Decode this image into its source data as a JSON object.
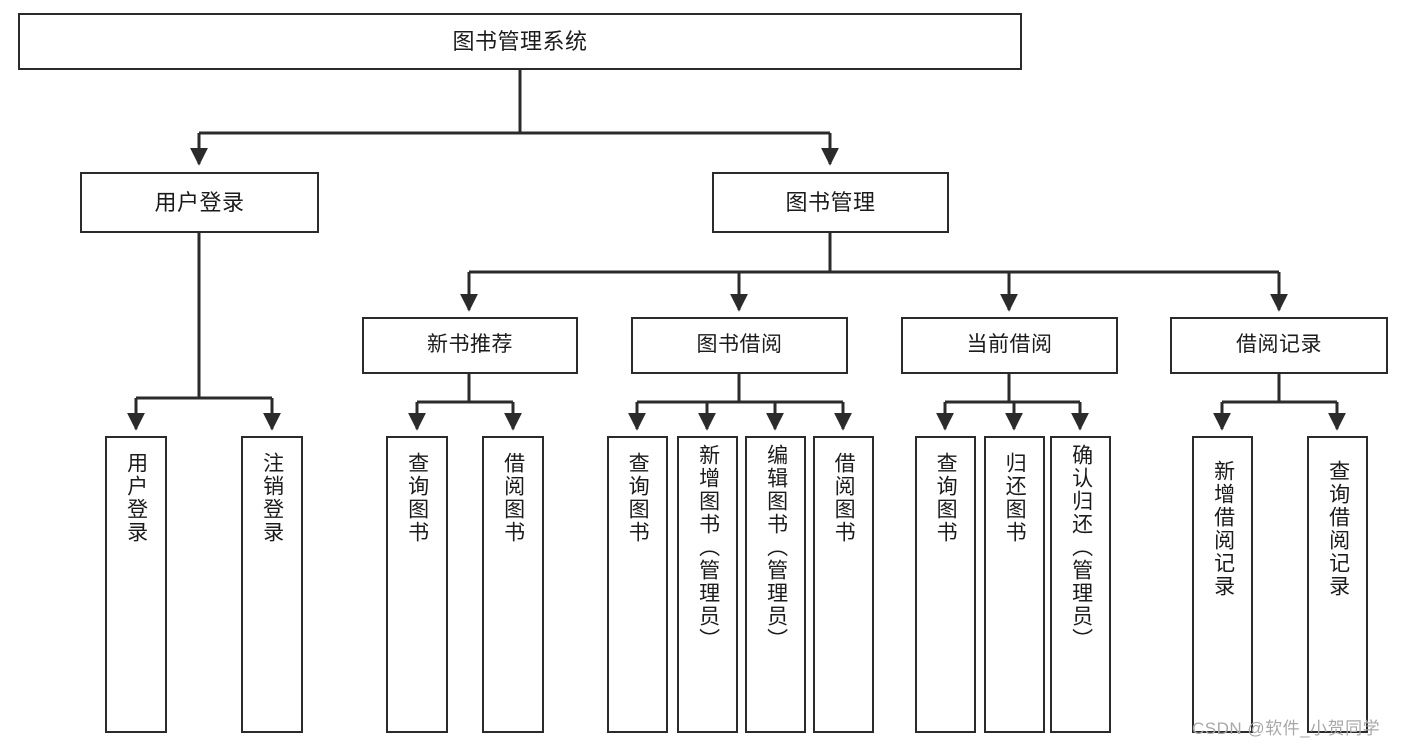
{
  "diagram": {
    "title": "图书管理系统",
    "type": "tree-hierarchy-chart",
    "root": {
      "label": "图书管理系统"
    },
    "level2": [
      {
        "label": "用户登录"
      },
      {
        "label": "图书管理"
      }
    ],
    "level3": [
      {
        "label": "新书推荐"
      },
      {
        "label": "图书借阅"
      },
      {
        "label": "当前借阅"
      },
      {
        "label": "借阅记录"
      }
    ],
    "leaves": [
      {
        "label": "用户登录",
        "parent": "用户登录"
      },
      {
        "label": "注销登录",
        "parent": "用户登录"
      },
      {
        "label": "查询图书",
        "parent": "新书推荐"
      },
      {
        "label": "借阅图书",
        "parent": "新书推荐"
      },
      {
        "label": "查询图书",
        "parent": "图书借阅"
      },
      {
        "label": "新增图书（管理员）",
        "parent": "图书借阅"
      },
      {
        "label": "编辑图书（管理员）",
        "parent": "图书借阅"
      },
      {
        "label": "借阅图书",
        "parent": "图书借阅"
      },
      {
        "label": "查询图书",
        "parent": "当前借阅"
      },
      {
        "label": "归还图书",
        "parent": "当前借阅"
      },
      {
        "label": "确认归还（管理员）",
        "parent": "当前借阅"
      },
      {
        "label": "新增借阅记录",
        "parent": "借阅记录"
      },
      {
        "label": "查询借阅记录",
        "parent": "借阅记录"
      }
    ]
  },
  "watermark": {
    "text": "CSDN @软件_小贺同学"
  },
  "colors": {
    "box_border": "#2b2b2b",
    "box_fill": "#ffffff",
    "edge": "#2b2b2b",
    "text": "#1b1b1b",
    "watermark": "#a8a8a8"
  }
}
